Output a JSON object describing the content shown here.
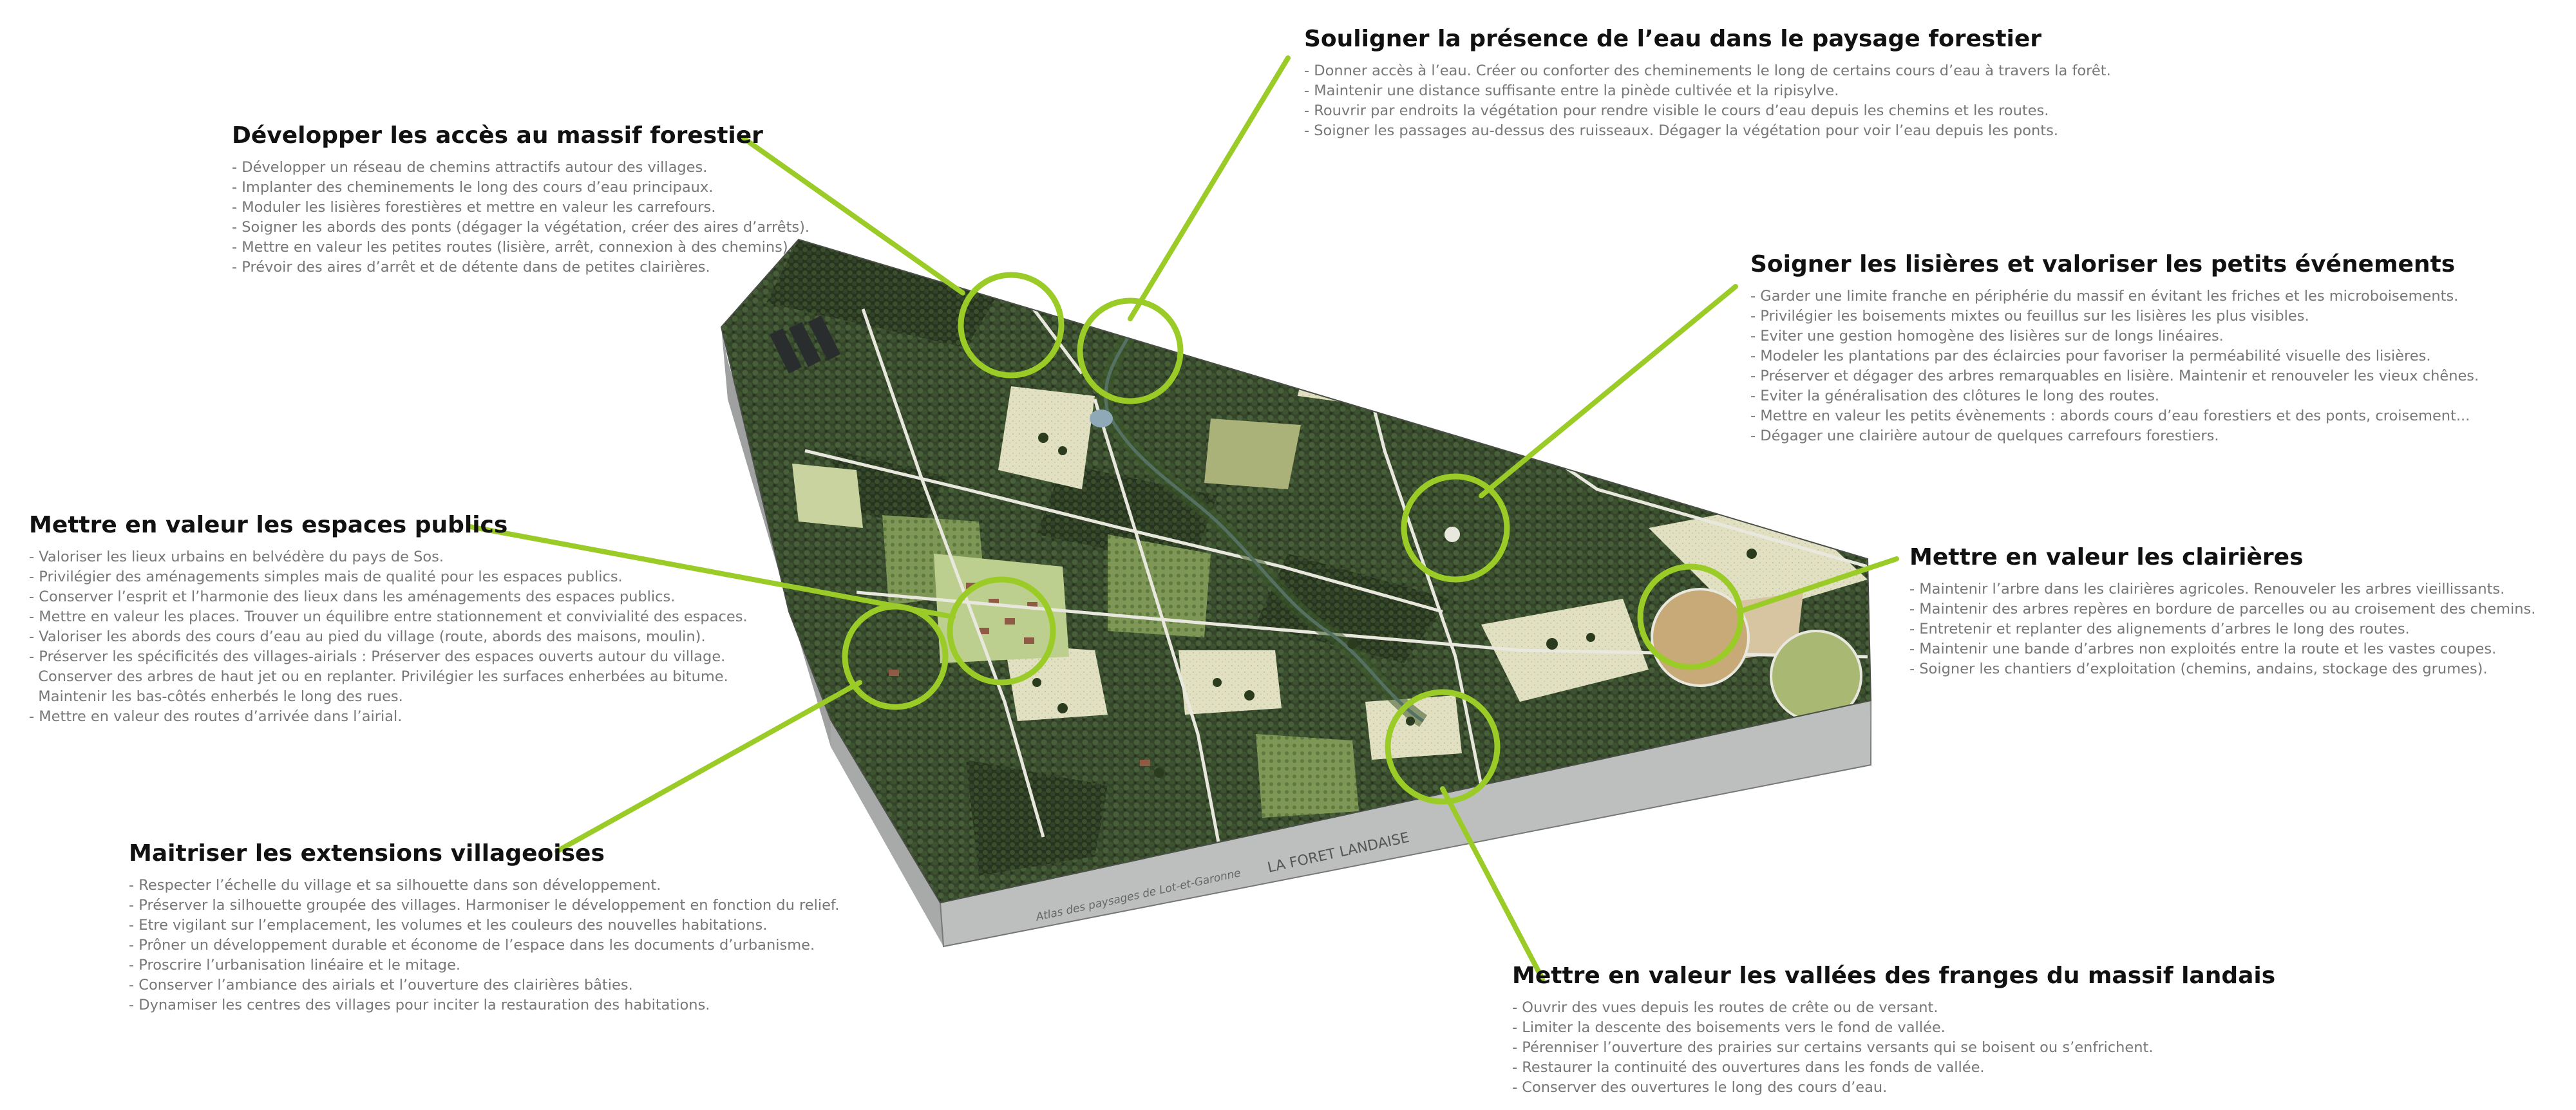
{
  "blocks": [
    {
      "id": "eau",
      "title": "Souligner la présence de l’eau dans le paysage forestier",
      "items": [
        "- Donner accès à l’eau. Créer ou conforter des cheminements le long de certains cours d’eau à travers la forêt.",
        "- Maintenir une distance suffisante entre la pinède cultivée et la ripisylve.",
        "- Rouvrir par endroits la végétation pour rendre visible le cours d’eau depuis les chemins et les routes.",
        "- Soigner les passages au-dessus des ruisseaux. Dégager la végétation pour voir l’eau depuis les ponts."
      ]
    },
    {
      "id": "acces",
      "title": "Développer les accès au massif forestier",
      "items": [
        "- Développer un réseau de chemins attractifs autour des villages.",
        "- Implanter des cheminements le long des cours d’eau principaux.",
        "- Moduler les lisières forestières et mettre en valeur les carrefours.",
        "- Soigner les abords des ponts (dégager la végétation, créer des aires d’arrêts).",
        "- Mettre en valeur les petites routes (lisière, arrêt, connexion à des chemins).",
        "- Prévoir des aires d’arrêt et de détente dans de petites clairières."
      ]
    },
    {
      "id": "lisieres",
      "title": "Soigner les lisières et valoriser les petits événements",
      "items": [
        "- Garder une limite franche en périphérie du massif en évitant les friches et les microboisements.",
        "- Privilégier les boisements mixtes ou feuillus sur les lisières les plus visibles.",
        "- Eviter une gestion homogène des lisières sur de longs linéaires.",
        "- Modeler les plantations par des éclaircies pour favoriser la perméabilité visuelle des lisières.",
        "- Préserver et dégager des arbres remarquables en lisière. Maintenir et renouveler les vieux chênes.",
        "- Eviter la généralisation des clôtures le long des routes.",
        "- Mettre en valeur les petits évènements : abords cours d’eau forestiers et des ponts, croisement...",
        "- Dégager une clairière autour de quelques carrefours forestiers."
      ]
    },
    {
      "id": "espaces",
      "title": "Mettre en valeur les espaces publics",
      "items": [
        "- Valoriser les lieux urbains en belvédère du pays de Sos.",
        "- Privilégier des aménagements simples mais de qualité pour les espaces publics.",
        "- Conserver l’esprit et l’harmonie des lieux dans les aménagements des espaces publics.",
        "- Mettre en valeur les places. Trouver un équilibre entre stationnement et convivialité des espaces.",
        "- Valoriser les abords des cours d’eau au pied du village (route, abords des maisons, moulin).",
        "- Préserver les spécificités des villages-airials : Préserver des espaces ouverts autour du village.",
        "  Conserver des arbres de haut jet ou en replanter. Privilégier les surfaces enherbées au bitume.",
        "  Maintenir les bas-côtés enherbés le long des rues.",
        "- Mettre en valeur des routes d’arrivée dans l’airial."
      ]
    },
    {
      "id": "clairieres",
      "title": "Mettre en valeur les clairières",
      "items": [
        "- Maintenir l’arbre dans les clairières agricoles. Renouveler les arbres vieillissants.",
        "- Maintenir des arbres repères en bordure de parcelles ou au croisement des chemins.",
        "- Entretenir et replanter des alignements d’arbres le long des routes.",
        "- Maintenir une bande d’arbres non exploités entre la route et les vastes coupes.",
        "- Soigner les chantiers d’exploitation (chemins, andains, stockage des grumes)."
      ]
    },
    {
      "id": "extensions",
      "title": "Maitriser les extensions villageoises",
      "items": [
        "- Respecter l’échelle du village et sa silhouette dans son développement.",
        "- Préserver la silhouette groupée des villages. Harmoniser le développement en fonction du relief.",
        "- Etre vigilant sur l’emplacement, les volumes et les couleurs des nouvelles habitations.",
        "- Prôner un développement durable et économe de l’espace dans les documents d’urbanisme.",
        "- Proscrire l’urbanisation linéaire et le mitage.",
        "- Conserver l’ambiance des airials et l’ouverture des clairières bâties.",
        "- Dynamiser les centres des villages pour inciter la restauration des habitations."
      ]
    },
    {
      "id": "vallees",
      "title": "Mettre en valeur les vallées des franges du massif landais",
      "items": [
        "- Ouvrir des vues depuis les routes de crête ou de versant.",
        "- Limiter la descente des boisements vers le fond de vallée.",
        "- Pérenniser l’ouverture des prairies sur certains versants qui se boisent ou s’enfrichent.",
        "- Restaurer la continuité des ouvertures dans les fonds de vallée.",
        "- Conserver des ouvertures le long des cours d’eau."
      ]
    }
  ],
  "block_caption": {
    "title": "LA FORET LANDAISE",
    "source": "Atlas des paysages de Lot-et-Garonne"
  },
  "colors": {
    "accent": "#9bcb26",
    "forest_dark": "#2f3f20",
    "forest_mid": "#4a5c2e",
    "field_light": "#e4e3c4",
    "field_green": "#9db56a",
    "block_side": "#b8bab9"
  }
}
